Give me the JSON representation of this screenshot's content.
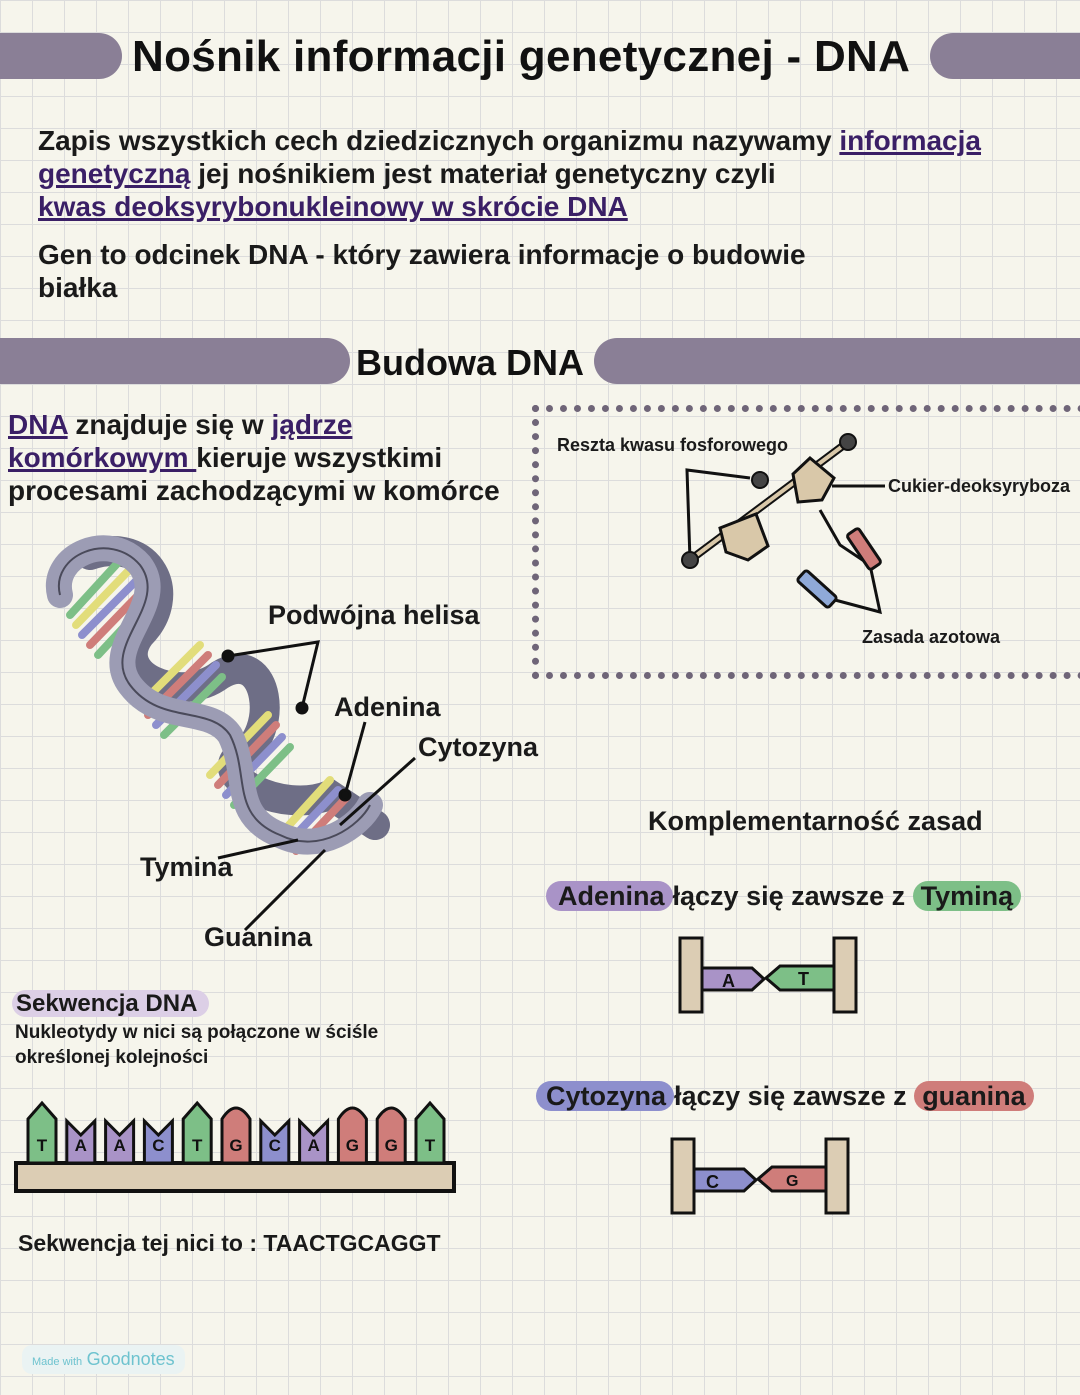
{
  "header": {
    "title": "Nośnik informacji genetycznej - DNA"
  },
  "intro": {
    "p1_a": "Zapis wszystkich cech dziedzicznych organizmu nazywamy ",
    "p1_link1a": "informacja",
    "p1_link1b": "genetyczną",
    "p1_b": " jej nośnikiem jest materiał genetyczny czyli",
    "p1_link2": "kwas deoksyrybonukleinowy w skrócie DNA",
    "p2": "Gen to odcinek DNA - który zawiera informacje o budowie białka"
  },
  "section": {
    "title": "Budowa DNA"
  },
  "location": {
    "dna": "DNA",
    "t1": " znajduje się w ",
    "jadrze": "jądrze",
    "komorkowym": "komórkowym ",
    "t2": "kieruje wszystkimi",
    "t3": "procesami zachodzącymi w komórce"
  },
  "helix_labels": {
    "double_helix": "Podwójna helisa",
    "adenine": "Adenina",
    "cytosine": "Cytozyna",
    "thymine": "Tymina",
    "guanine": "Guanina"
  },
  "nucleotide": {
    "phosphate": "Reszta kwasu fosforowego",
    "sugar": "Cukier-deoksyryboza",
    "base": "Zasada azotowa"
  },
  "complementarity": {
    "title": "Komplementarność zasad",
    "rule1": {
      "a": "Adenina",
      "mid": "łączy się zawsze z",
      "b": "Tyminą",
      "letter_a": "A",
      "letter_b": "T"
    },
    "rule2": {
      "a": "Cytozyna",
      "mid": "łączy się zawsze z",
      "b": "guanina",
      "letter_a": "C",
      "letter_b": "G"
    }
  },
  "sequence": {
    "title": "Sekwencja DNA",
    "desc1": "Nukleotydy w nici są połączone w ściśle",
    "desc2": "określonej kolejności",
    "bases": [
      "T",
      "A",
      "A",
      "C",
      "T",
      "G",
      "C",
      "A",
      "G",
      "G",
      "T"
    ],
    "answer": "Sekwencja tej nici to : TAACTGCAGGT"
  },
  "watermark": {
    "made": "Made with",
    "brand": "Goodnotes"
  },
  "colors": {
    "bar": "#8a7f96",
    "purple": "#a993c7",
    "green": "#7dbf87",
    "blue": "#8d8fcd",
    "red": "#cf7d7a",
    "backbone": "#dccdb4",
    "sugar": "#d9c8a9"
  }
}
